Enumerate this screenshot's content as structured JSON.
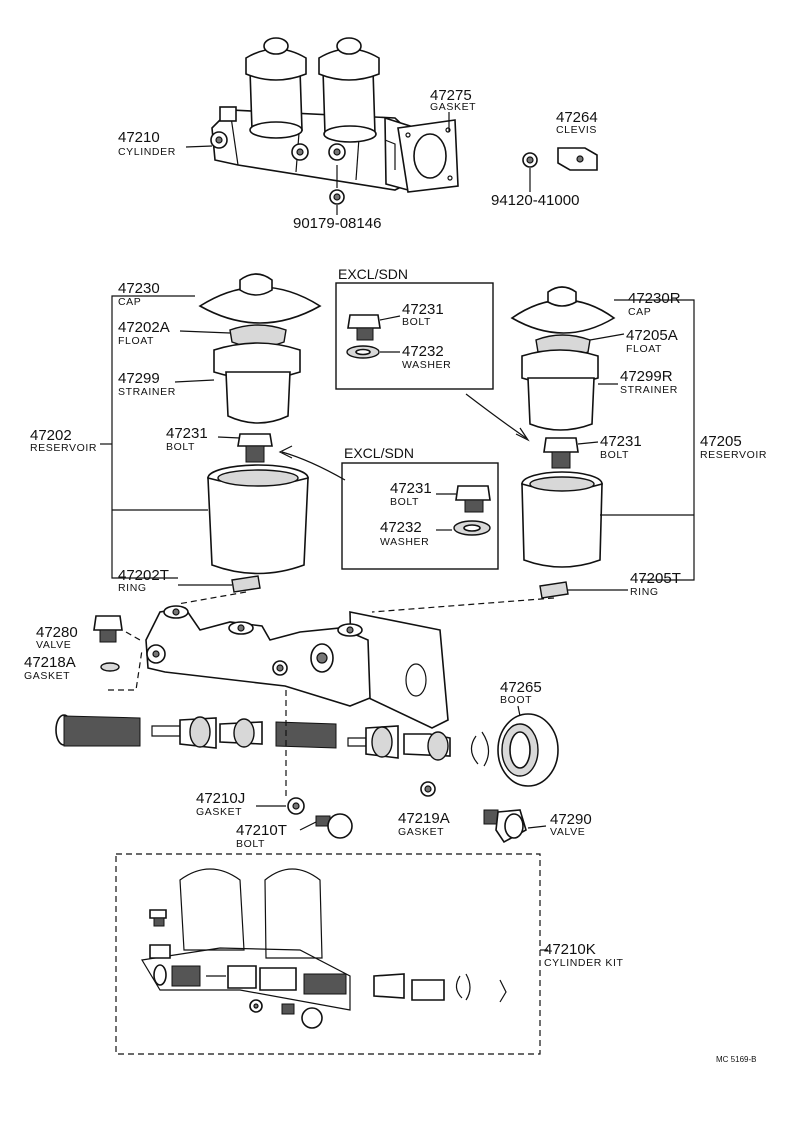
{
  "parts": {
    "p47210": {
      "num": "47210",
      "name": "CYLINDER"
    },
    "p47275": {
      "num": "47275",
      "name": "GASKET"
    },
    "p47264": {
      "num": "47264",
      "name": "CLEVIS"
    },
    "p94120": {
      "num": "94120-41000"
    },
    "p90179": {
      "num": "90179-08146"
    },
    "p47230": {
      "num": "47230",
      "name": "CAP"
    },
    "p47202A": {
      "num": "47202A",
      "name": "FLOAT"
    },
    "p47299": {
      "num": "47299",
      "name": "STRAINER"
    },
    "p47202": {
      "num": "47202",
      "name": "RESERVOIR"
    },
    "p47231L": {
      "num": "47231",
      "name": "BOLT"
    },
    "p47202T": {
      "num": "47202T",
      "name": "RING"
    },
    "p47230R": {
      "num": "47230R",
      "name": "CAP"
    },
    "p47205A": {
      "num": "47205A",
      "name": "FLOAT"
    },
    "p47299R": {
      "num": "47299R",
      "name": "STRAINER"
    },
    "p47231R": {
      "num": "47231",
      "name": "BOLT"
    },
    "p47205": {
      "num": "47205",
      "name": "RESERVOIR"
    },
    "p47205T": {
      "num": "47205T",
      "name": "RING"
    },
    "p47280": {
      "num": "47280",
      "name": "VALVE"
    },
    "p47218A": {
      "num": "47218A",
      "name": "GASKET"
    },
    "p47265": {
      "num": "47265",
      "name": "BOOT"
    },
    "p47210J": {
      "num": "47210J",
      "name": "GASKET"
    },
    "p47210T": {
      "num": "47210T",
      "name": "BOLT"
    },
    "p47219A": {
      "num": "47219A",
      "name": "GASKET"
    },
    "p47290": {
      "num": "47290",
      "name": "VALVE"
    },
    "p47210K": {
      "num": "47210K",
      "name": "CYLINDER KIT"
    }
  },
  "excl_box_1": {
    "title": "EXCL/SDN",
    "bolt": {
      "num": "47231",
      "name": "BOLT"
    },
    "washer": {
      "num": "47232",
      "name": "WASHER"
    }
  },
  "excl_box_2": {
    "title": "EXCL/SDN",
    "bolt": {
      "num": "47231",
      "name": "BOLT"
    },
    "washer": {
      "num": "47232",
      "name": "WASHER"
    }
  },
  "figure_code": "MC 5169-B"
}
